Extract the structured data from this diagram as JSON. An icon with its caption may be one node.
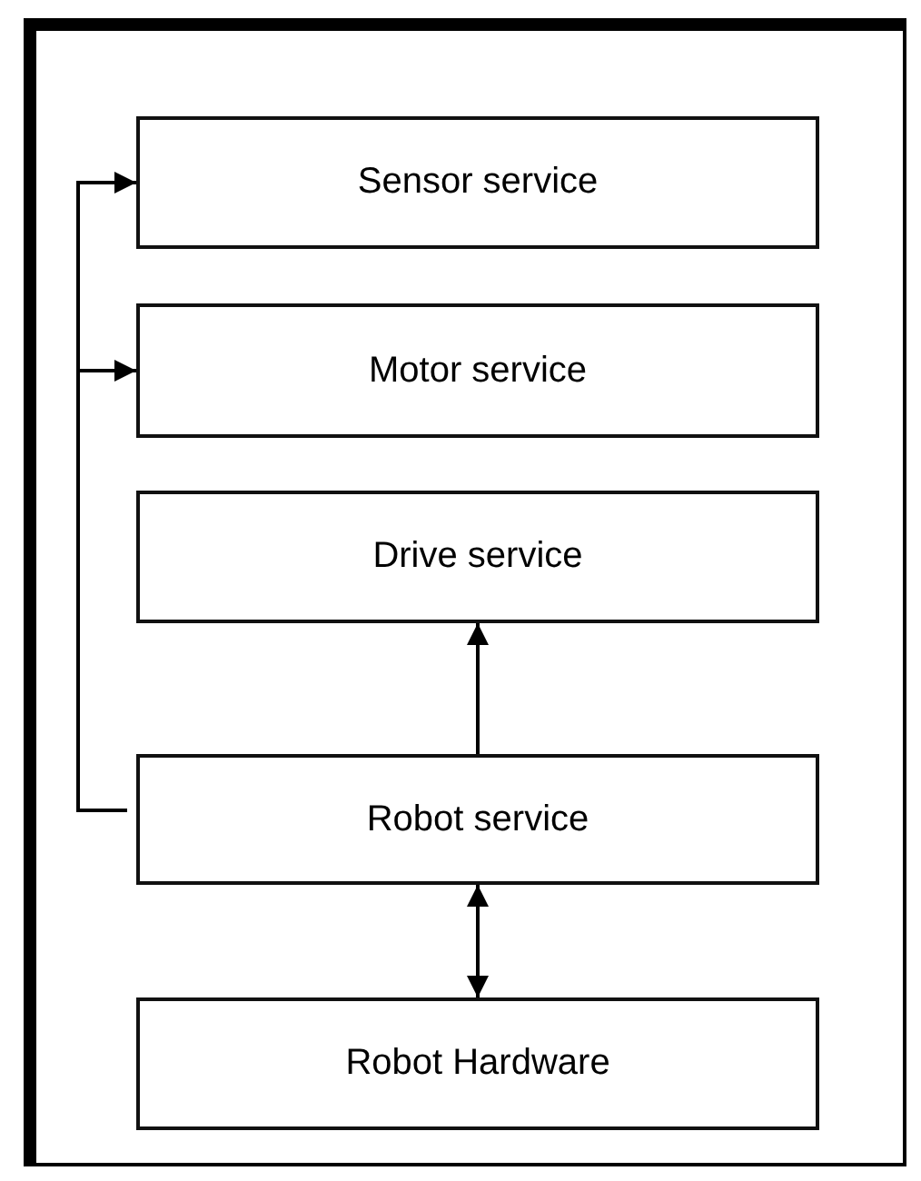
{
  "diagram": {
    "nodes": [
      {
        "text": [
          "Sensor service"
        ]
      },
      {
        "text": [
          "Motor service"
        ]
      },
      {
        "text": [
          "Drive service"
        ]
      },
      {
        "text": [
          "Robot service"
        ]
      },
      {
        "text": [
          "Robot Hardware"
        ]
      }
    ],
    "edges": [
      {
        "from": 3,
        "to": 0,
        "arrow": "to"
      },
      {
        "from": 3,
        "to": 1,
        "arrow": "to"
      },
      {
        "from": 3,
        "to": 2,
        "arrow": "to"
      },
      {
        "from": 3,
        "to": 4,
        "arrow": "both"
      }
    ]
  }
}
